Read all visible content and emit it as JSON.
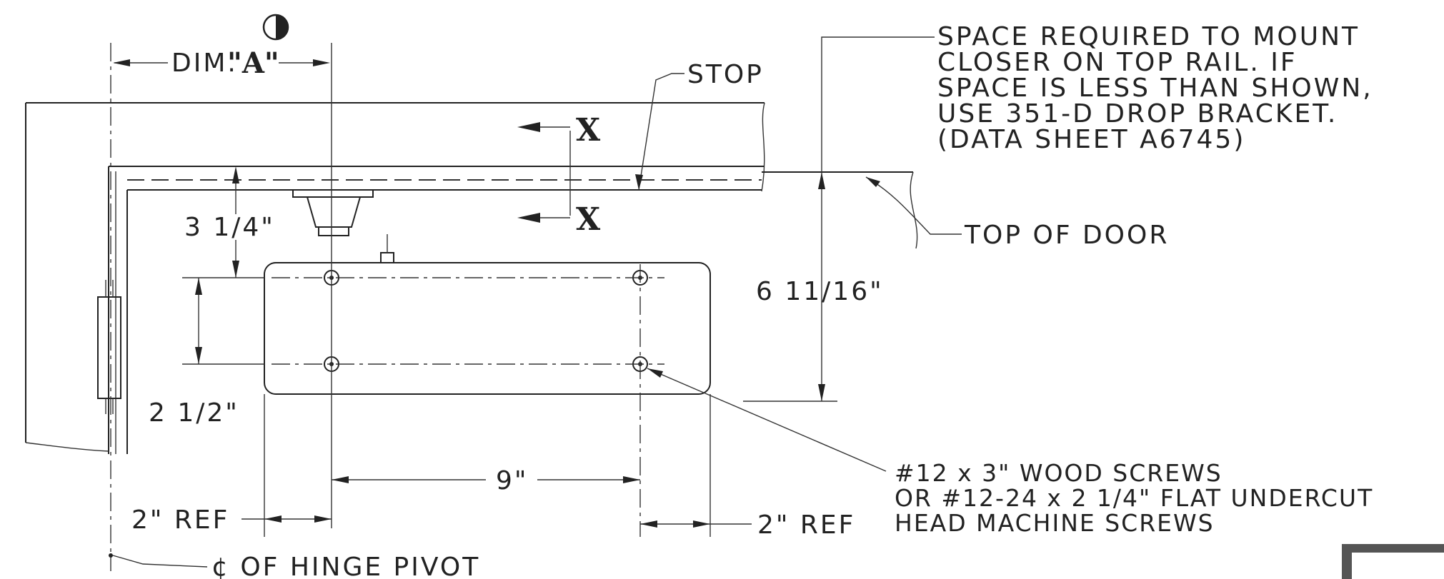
{
  "labels": {
    "dim_a_prefix": "DIM.",
    "dim_a_letter": "\"A\"",
    "stop": "STOP",
    "section_x_top": "X",
    "section_x_bottom": "X",
    "space_note": [
      "SPACE REQUIRED TO MOUNT",
      "CLOSER ON TOP RAIL. IF",
      "SPACE IS LESS THAN SHOWN,",
      "USE 351-D DROP BRACKET.",
      "(DATA SHEET A6745)"
    ],
    "top_of_door": "TOP OF DOOR",
    "dim_3_1_4": "3 1/4\"",
    "dim_6_11_16": "6 11/16\"",
    "dim_2_1_2": "2 1/2\"",
    "dim_9": "9\"",
    "dim_2_ref_left": "2\" REF",
    "dim_2_ref_right": "2\" REF",
    "screws_note": [
      "#12 x 3\" WOOD SCREWS",
      "OR #12-24 x 2 1/4\" FLAT UNDERCUT",
      "HEAD MACHINE SCREWS"
    ],
    "hinge_pivot": "¢ OF HINGE PIVOT"
  },
  "icons": {
    "section_marker": "half-filled-circle-icon"
  },
  "colors": {
    "line": "#222222",
    "background": "#ffffff"
  }
}
